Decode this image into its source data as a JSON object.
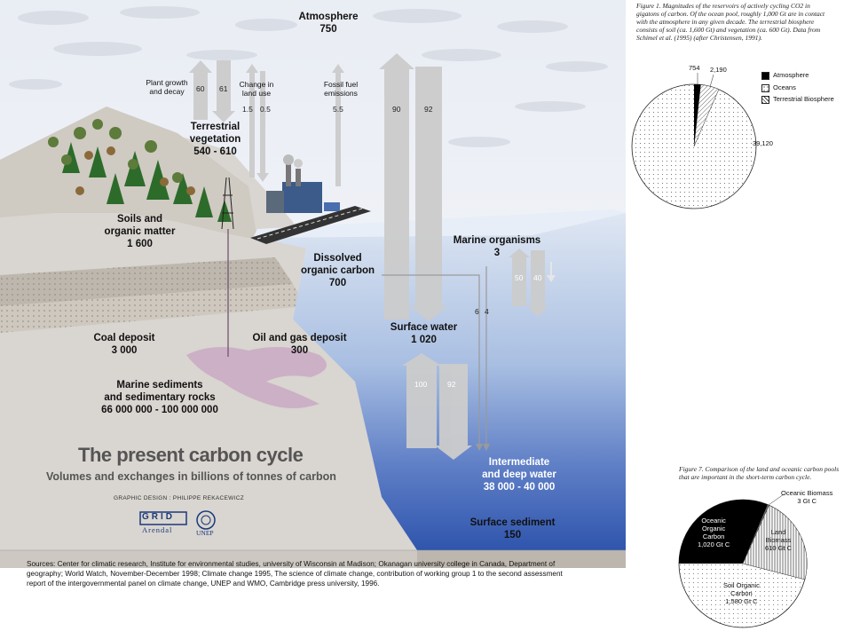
{
  "colors": {
    "sky": "#eef1f6",
    "ocean_surface": "#cfdcee",
    "ocean_deep": "#3f63b7",
    "arrow": "#cfcfcf",
    "land": "#d8d4cf",
    "sediment": "#c9c3bd",
    "oil": "#c9a9c4"
  },
  "main": {
    "atmosphere": {
      "name": "Atmosphere",
      "value": "750"
    },
    "flows": {
      "plant": {
        "label": "Plant growth\nand decay",
        "v1": "60",
        "v2": "61"
      },
      "landuse": {
        "label": "Change in\nland use",
        "v1": "1.5",
        "v2": "0.5"
      },
      "fossil": {
        "label": "Fossil fuel\nemissions",
        "v": "5.5"
      },
      "ocean_exchange": {
        "v1": "90",
        "v2": "92"
      },
      "marine_bio": {
        "v1": "50",
        "v2": "40"
      },
      "deep_exchange": {
        "v1": "100",
        "v2": "92"
      },
      "down": {
        "v1": "6",
        "v2": "4"
      }
    },
    "terrestrial": {
      "name": "Terrestrial\nvegetation",
      "value": "540 - 610"
    },
    "soils": {
      "name": "Soils and\norganic matter",
      "value": "1 600"
    },
    "marine_org": {
      "name": "Marine organisms",
      "value": "3"
    },
    "dissolved": {
      "name": "Dissolved\norganic carbon",
      "value": "700"
    },
    "surface_water": {
      "name": "Surface water",
      "value": "1 020"
    },
    "coal": {
      "name": "Coal deposit",
      "value": "3 000"
    },
    "oilgas": {
      "name": "Oil and gas deposit",
      "value": "300"
    },
    "marine_sed": {
      "name": "Marine sediments\nand sedimentary rocks",
      "value": "66 000 000 - 100 000 000"
    },
    "deep_water": {
      "name": "Intermediate\nand deep water",
      "value": "38 000 - 40 000"
    },
    "surface_sed": {
      "name": "Surface sediment",
      "value": "150"
    },
    "title": "The present carbon cycle",
    "subtitle": "Volumes and exchanges in billions of tonnes of carbon",
    "credit": "GRAPHIC DESIGN : PHILIPPE REKACEWICZ",
    "logo_grid": "GRID",
    "logo_arendal": "Arendal",
    "logo_unep": "UNEP",
    "sources": "Sources: Center for climatic research, Institute for environmental studies, university of Wisconsin at Madison;  Okanagan university college in Canada, Department of geography; World Watch, November-December 1998; Climate change 1995, The science of climate change, contribution of working group 1 to the second assessment report of the intergovernmental panel on climate change, UNEP and WMO, Cambridge press university,  1996."
  },
  "fig1": {
    "caption": "Figure 1. Magnitudes of the reservoirs of actively cycling CO2 in gigatons of carbon. Of the ocean pool, roughly 1,000 Gt are in contact with the atmosphere in any given decade. The terrestrial biosphere consists of soil (ca. 1,600 Gt) and vegetation (ca. 600 Gt). Data from Schimel et al. (1995) (after Christensen, 1991).",
    "labels": {
      "atm": "754",
      "terr": "2,190",
      "ocean": "39,120"
    },
    "legend": [
      "Atmosphere",
      "Oceans",
      "Terrestrial Biosphere"
    ]
  },
  "fig7": {
    "caption": "Figure 7. Comparison of the land and oceanic carbon pools that are important in the short-term carbon cycle.",
    "labels": {
      "oceanic_biomass": "Oceanic Biomass\n3 Gt C",
      "oceanic_organic": "Oceanic\nOrganic\nCarbon\n1,020 Gt C",
      "land_biomass": "Land\nBiomass\n610 Gt C",
      "soil": "Soil Organic\nCarbon\n1,580 Gt C"
    }
  }
}
